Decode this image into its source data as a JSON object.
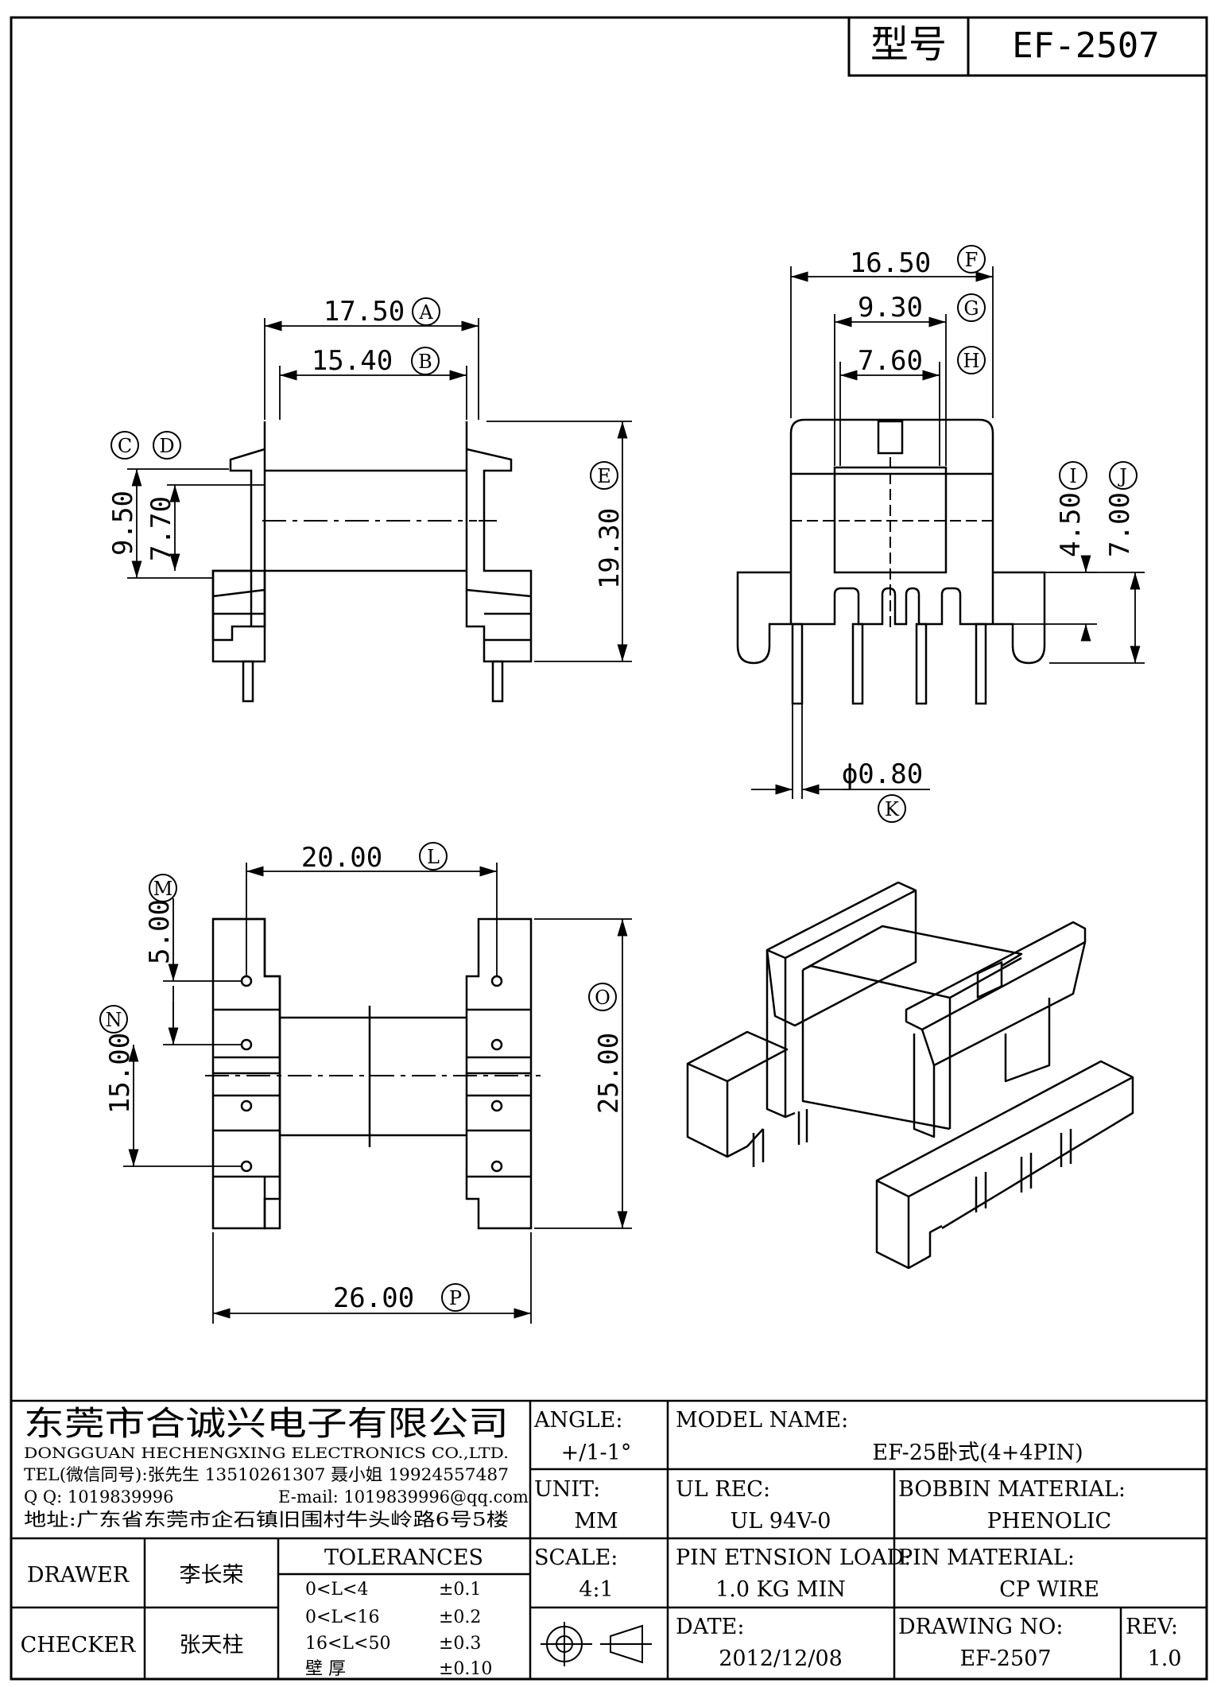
{
  "title_box": {
    "model_label": "型号",
    "model_value": "EF-2507"
  },
  "dimensions": {
    "A": {
      "value": "17.50",
      "letter": "A"
    },
    "B": {
      "value": "15.40",
      "letter": "B"
    },
    "C": {
      "letter": "C"
    },
    "D": {
      "letter": "D"
    },
    "c_value": "9.50",
    "d_value": "7.70",
    "E": {
      "value": "19.30",
      "letter": "E"
    },
    "F": {
      "value": "16.50",
      "letter": "F"
    },
    "G": {
      "value": "9.30",
      "letter": "G"
    },
    "H": {
      "value": "7.60",
      "letter": "H"
    },
    "I": {
      "value": "4.50",
      "letter": "I"
    },
    "J": {
      "value": "7.00",
      "letter": "J"
    },
    "K": {
      "value": "ϕ0.80",
      "letter": "K"
    },
    "L": {
      "value": "20.00",
      "letter": "L"
    },
    "M": {
      "value": "5.00",
      "letter": "M"
    },
    "N": {
      "value": "15.00",
      "letter": "N"
    },
    "O": {
      "value": "25.00",
      "letter": "O"
    },
    "P": {
      "value": "26.00",
      "letter": "P"
    }
  },
  "company": {
    "name_cn": "东莞市合诚兴电子有限公司",
    "name_en": "DONGGUAN HECHENGXING ELECTRONICS CO.,LTD.",
    "tel": "TEL(微信同号):张先生 13510261307 聂小姐 19924557487",
    "qq": "Q Q: 1019839996",
    "email": "E-mail: 1019839996@qq.com",
    "address": "地址:广东省东莞市企石镇旧围村牛头岭路6号5楼"
  },
  "title_block": {
    "angle_label": "ANGLE:",
    "angle_value": "+/1-1°",
    "unit_label": "UNIT:",
    "unit_value": "MM",
    "scale_label": "SCALE:",
    "scale_value": "4:1",
    "model_name_label": "MODEL NAME:",
    "model_name_value": "EF-25卧式(4+4PIN)",
    "ul_rec_label": "UL REC:",
    "ul_rec_value": "UL 94V-0",
    "bobbin_label": "BOBBIN MATERIAL:",
    "bobbin_value": "PHENOLIC",
    "pin_tension_label": "PIN ETNSION LOAD:",
    "pin_tension_value": "1.0 KG MIN",
    "pin_material_label": "PIN MATERIAL:",
    "pin_material_value": "CP WIRE",
    "date_label": "DATE:",
    "date_value": "2012/12/08",
    "drawing_no_label": "DRAWING NO:",
    "drawing_no_value": "EF-2507",
    "rev_label": "REV:",
    "rev_value": "1.0",
    "drawer_label": "DRAWER",
    "drawer_name": "李长荣",
    "checker_label": "CHECKER",
    "checker_name": "张天柱",
    "tolerances_label": "TOLERANCES",
    "tolerances": [
      {
        "range": "0<L<4",
        "value": "±0.1"
      },
      {
        "range": "0<L<16",
        "value": "±0.2"
      },
      {
        "range": "16<L<50",
        "value": "±0.3"
      },
      {
        "range": "壁    厚",
        "value": "±0.10"
      }
    ]
  }
}
